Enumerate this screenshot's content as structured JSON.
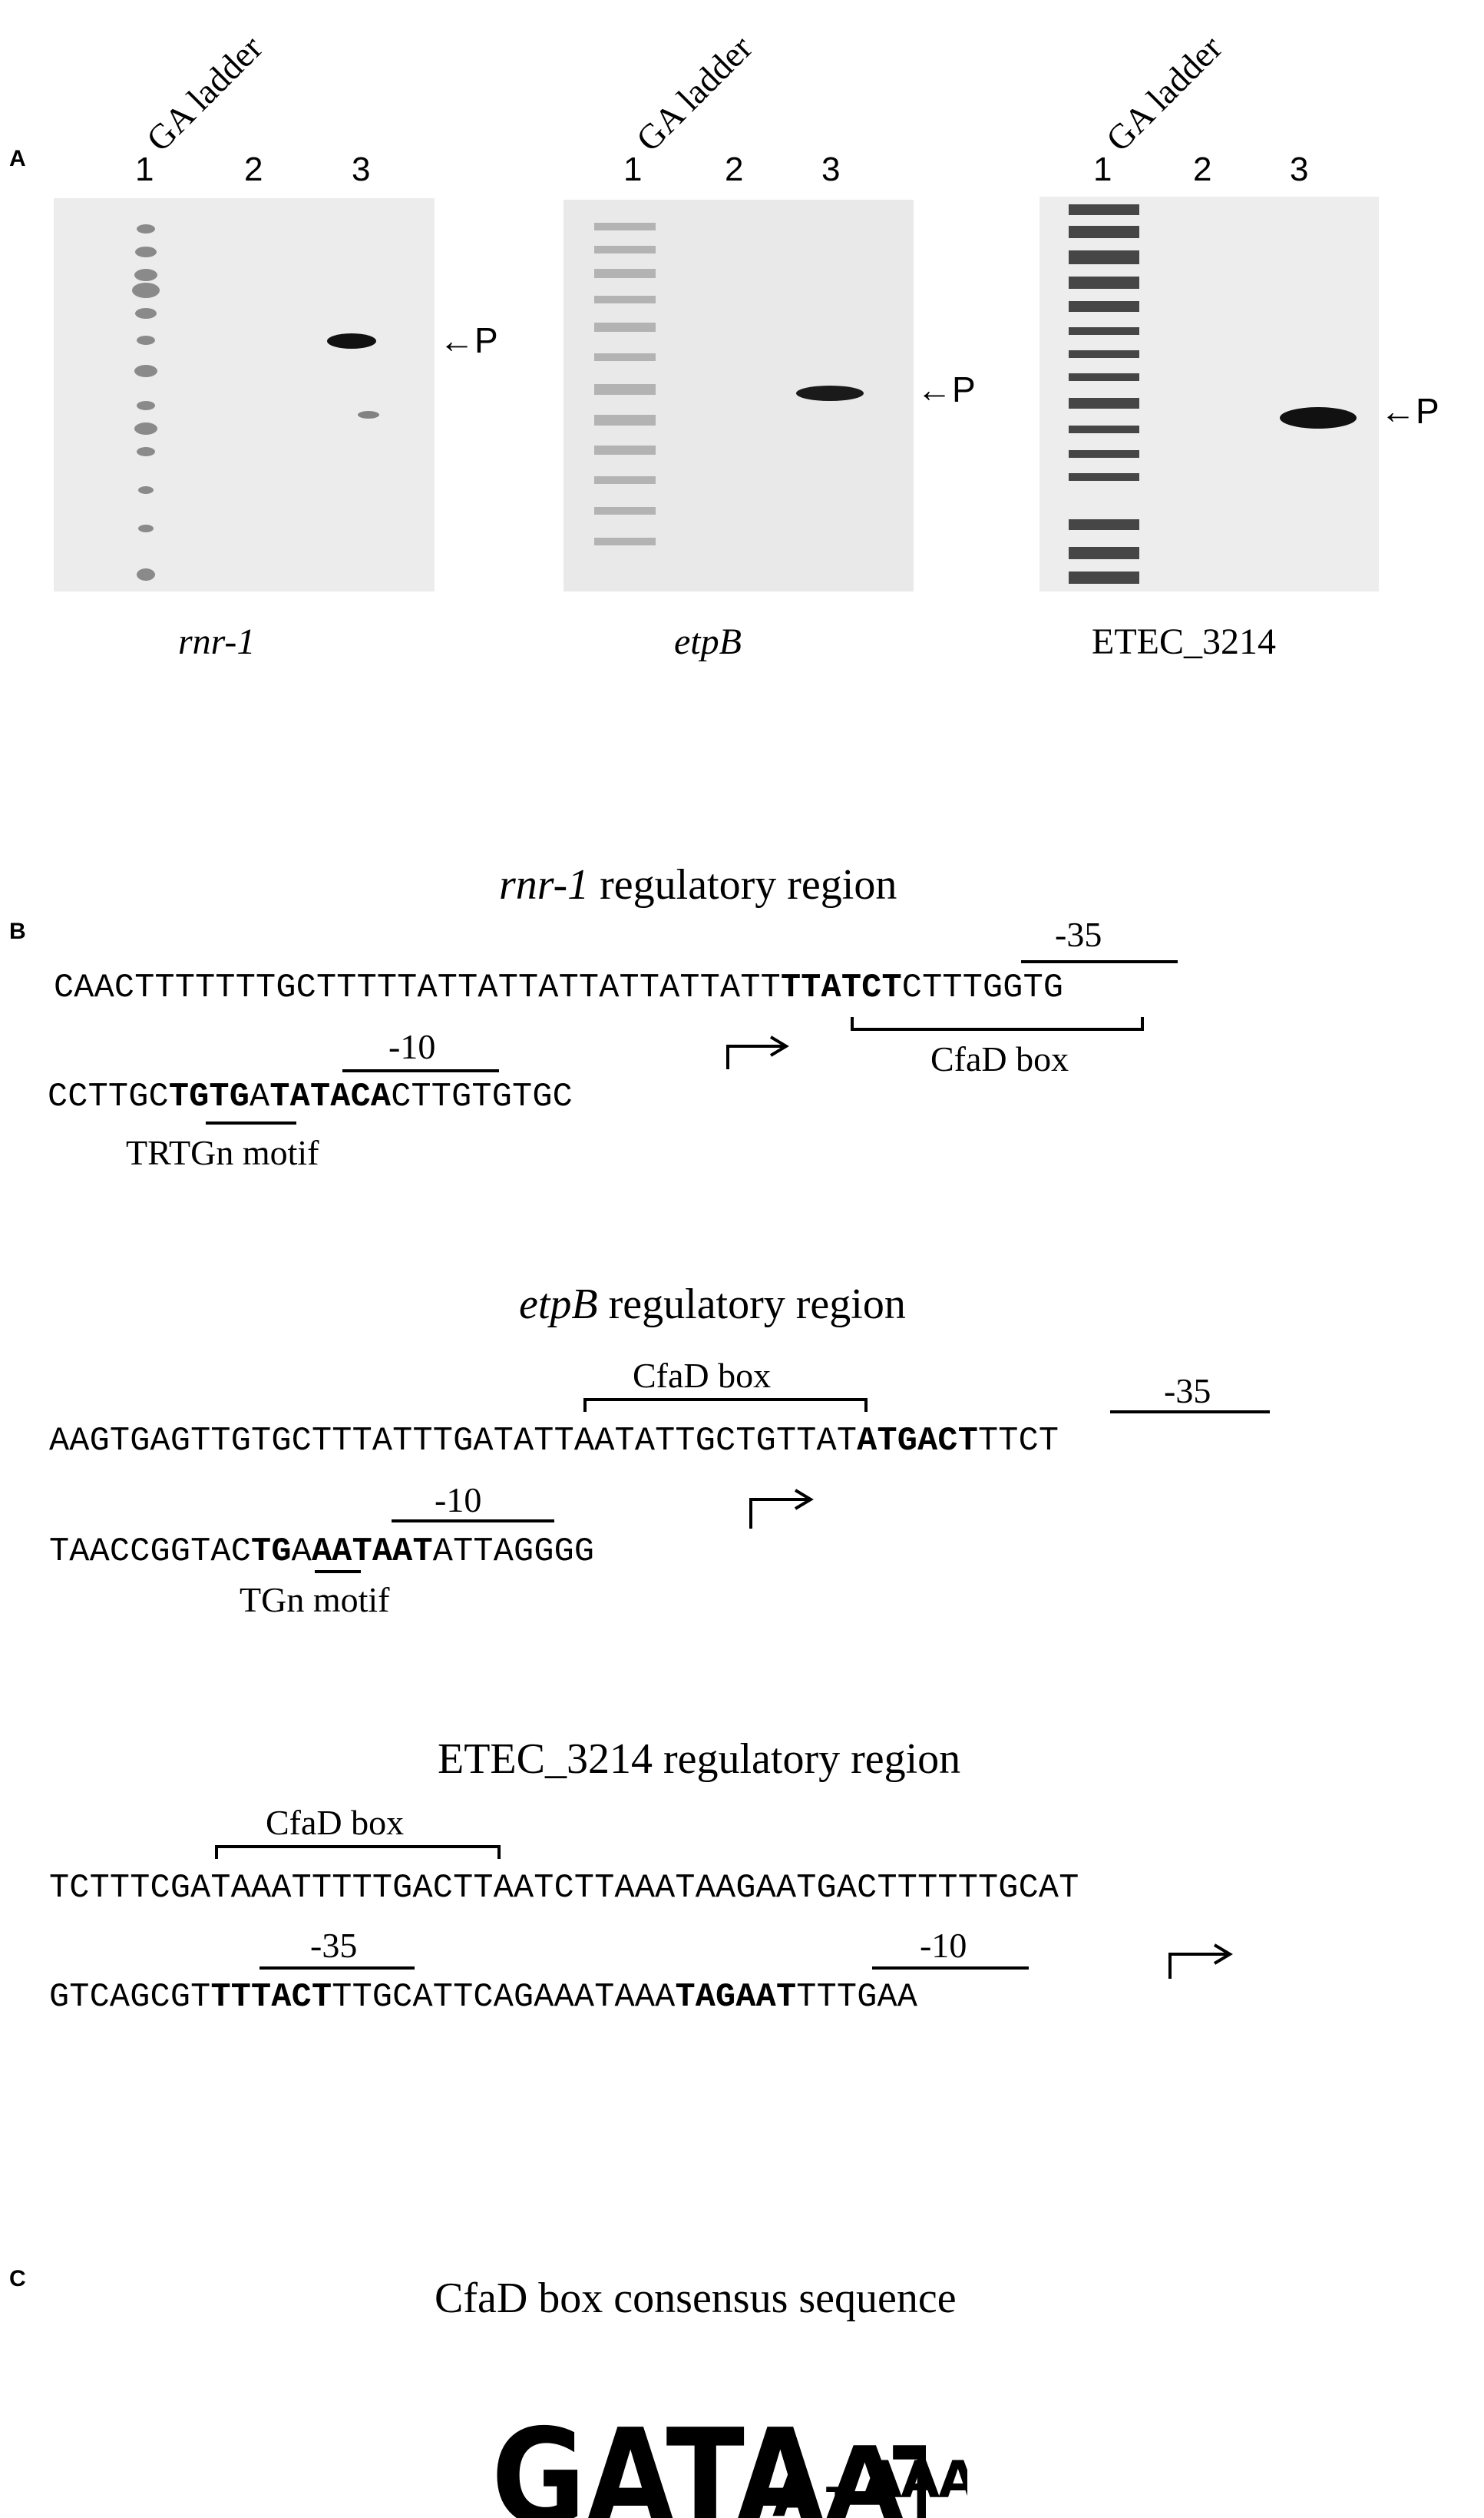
{
  "panelA": {
    "letter": "A",
    "lane_header": "GA ladder",
    "lane_numbers": [
      "1",
      "2",
      "3"
    ],
    "product_label": "P",
    "gels": [
      {
        "caption": "rnr-1",
        "italic": true
      },
      {
        "caption": "etpB",
        "italic": true
      },
      {
        "caption": "ETEC_3214",
        "italic": false
      }
    ]
  },
  "panelB": {
    "letter": "B",
    "regions": [
      {
        "gene": "rnr-1",
        "title_suffix": " regulatory region",
        "line1": [
          "CAACTTTTTTTGCTTTTTATTATTATTATTATTATT",
          "TTATCT",
          "CTTTGGTG"
        ],
        "line2": [
          "CCTTGC",
          "TGTG",
          "A",
          "TATACA",
          "CTTGTGTGC"
        ],
        "minus35": "-35",
        "minus10": "-10",
        "box_label": "CfaD box",
        "motif_label": "TRTGn motif"
      },
      {
        "gene": "etpB",
        "title_suffix": " regulatory region",
        "line1": [
          "AAGTGAGTTGTGCTTTATTTGATATTAATATTGCTGTTAT",
          "ATGACT",
          "TTCT"
        ],
        "line2": [
          "TAACCGGTAC",
          "TG",
          "A",
          "AATAAT",
          "ATTAGGGG"
        ],
        "minus35": "-35",
        "minus10": "-10",
        "box_label": "CfaD box",
        "motif_label": "TGn motif"
      },
      {
        "gene": "ETEC_3214",
        "title_suffix": " regulatory region",
        "line1": [
          "TCTTTCGATAAATTTTTGACTTAATCTTAAATAAGAATGACTTTTTTGCAT"
        ],
        "line2": [
          "GTCAGCGT",
          "TTTACT",
          "TTGCATTCAGAAATAAA",
          "TAGAAT",
          "TTTGAA"
        ],
        "minus35": "-35",
        "minus10": "-10",
        "box_label": "CfaD box"
      }
    ]
  },
  "panelC": {
    "letter": "C",
    "title": "CfaD box consensus sequence",
    "logo_letters": [
      "G",
      "A",
      "T",
      "A",
      "A",
      "T",
      "A",
      "A",
      "A",
      "A",
      "T"
    ]
  }
}
